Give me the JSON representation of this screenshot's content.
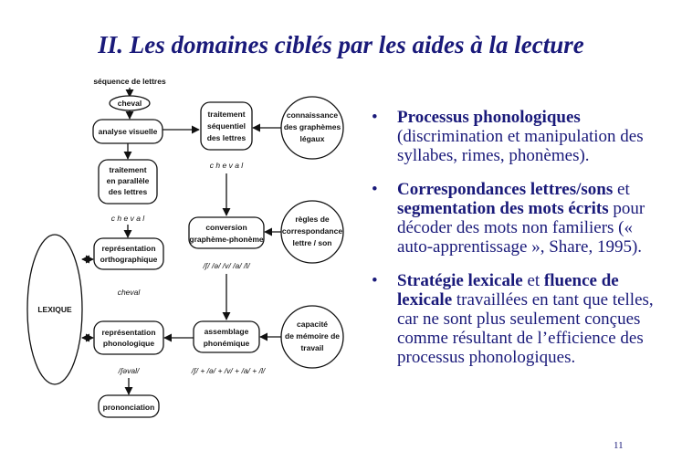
{
  "title": "II. Les domaines ciblés par les aides à la lecture",
  "diagram": {
    "top_label": "séquence de lettres",
    "cheval_input": "cheval",
    "analyse": "analyse visuelle",
    "traitement_parallele": [
      "traitement",
      "en parallèle",
      "des lettres"
    ],
    "cheval_spaced_1": "c h e v a l",
    "rep_ortho": [
      "représentation",
      "orthographique"
    ],
    "cheval_italic": "cheval",
    "rep_phono": [
      "représentation",
      "phonologique"
    ],
    "phono_whole": "/ʃəval/",
    "prononciation": "prononciation",
    "lexique": "LEXIQUE",
    "traitement_sequentiel": [
      "traitement",
      "séquentiel",
      "des lettres"
    ],
    "cheval_spaced_2": "c h e v a l",
    "conversion": [
      "conversion",
      "graphème-phonème"
    ],
    "phonemes_list": "/ʃ/ /ə/ /v/ /a/ /l/",
    "assemblage": [
      "assemblage",
      "phonémique"
    ],
    "phonemes_sum": "/ʃ/ + /ə/ + /v/ + /a/ + /l/",
    "connaissance": [
      "connaissance",
      "des graphèmes",
      "légaux"
    ],
    "regles": [
      "règles de",
      "correspondance",
      "lettre / son"
    ],
    "capacite": [
      "capacité",
      "de mémoire de",
      "travail"
    ]
  },
  "bullets": [
    {
      "parts": [
        {
          "text": "Processus phonologiques",
          "bold": true
        },
        {
          "text": " (discrimination et manipulation des syllabes, rimes, phonèmes).",
          "bold": false
        }
      ]
    },
    {
      "parts": [
        {
          "text": "Correspondances lettres/sons",
          "bold": true
        },
        {
          "text": " et ",
          "bold": false
        },
        {
          "text": "segmentation des mots écrits",
          "bold": true
        },
        {
          "text": " pour décoder des mots non familiers (« auto-apprentissage », Share, 1995).",
          "bold": false
        }
      ]
    },
    {
      "parts": [
        {
          "text": "Stratégie lexicale",
          "bold": true
        },
        {
          "text": " et ",
          "bold": false
        },
        {
          "text": "fluence de lexicale",
          "bold": true
        },
        {
          "text": " travaillées en tant que telles, car ne sont plus seulement conçues comme résultant de l’efficience des processus phonologiques.",
          "bold": false
        }
      ]
    }
  ],
  "page_number": "11",
  "colors": {
    "title": "#1a1a7a",
    "text": "#1a1a7a",
    "diagram": "#111111"
  }
}
